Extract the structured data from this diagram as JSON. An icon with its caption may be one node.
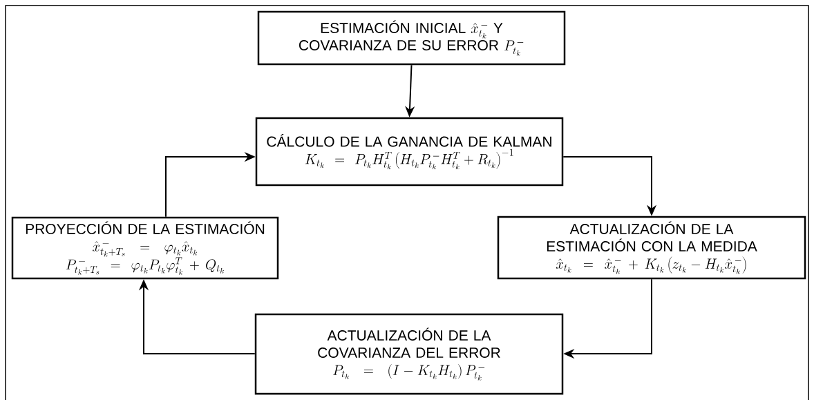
{
  "diagram": {
    "nodes": [
      {
        "text": [
          "ESTIMACIÓN INICIAL",
          "\\hat{x}_{t_k}^{\\,-}",
          "Y",
          "COVARIANZA DE SU ERROR",
          "P_{t_k}^{\\,-}"
        ]
      },
      {
        "text": [
          "CÁLCULO DE LA GANANCIA DE KALMAN",
          "K_{t_k} = P_{t_k} H_{t_k}^T \\left(H_{t_k} P_{t_k}^{\\,-} H_{t_k}^T + R_{t_k}\\right)^{-1}"
        ]
      },
      {
        "text": [
          "ACTUALIZACIÓN DE LA ESTIMACIÓN CON LA MEDIDA",
          "\\hat{x}_{t_k} = \\hat{x}_{t_k}^{\\,-} + K_{t_k}\\left(z_{t_k} - H_{t_k}\\hat{x}_{t_k}^{\\,-}\\right)"
        ]
      },
      {
        "text": [
          "ACTUALIZACIÓN DE LA COVARIANZA DEL ERROR",
          "P_{t_k} = \\left(I - K_{t_k} H_{t_k}\\right) P_{t_k}^{\\,-}"
        ]
      },
      {
        "text": [
          "PROYECCIÓN DE LA ESTIMACIÓN",
          "\\hat{x}_{t_k+T_s}^{\\,-} = \\varphi_{t_k}\\hat{x}_{t_k}",
          "P_{t_k+T_s}^{\\,-} = \\varphi_{t_k} P_{t_k} \\varphi_{t_k}^T + Q_{t_k}"
        ]
      }
    ],
    "edges": [
      {
        "from": 0,
        "to": 1,
        "arrow": "to"
      },
      {
        "from": 1,
        "to": 2,
        "arrow": "to"
      },
      {
        "from": 2,
        "to": 3,
        "arrow": "to"
      },
      {
        "from": 3,
        "to": 4,
        "arrow": "to"
      },
      {
        "from": 4,
        "to": 1,
        "arrow": "to"
      }
    ]
  }
}
